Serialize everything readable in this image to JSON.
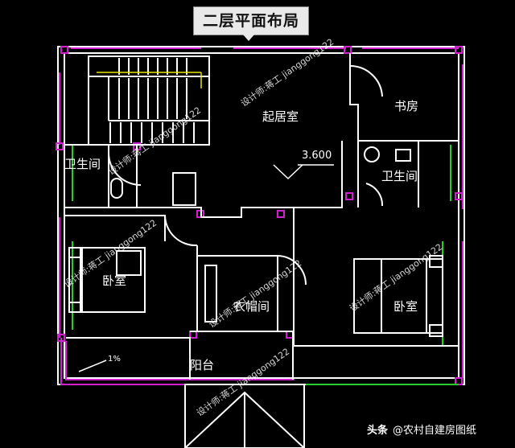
{
  "title": "二层平面布局",
  "rooms": {
    "living_room": "起居室",
    "study": "书房",
    "bathroom_left": "卫生间",
    "bathroom_right": "卫生间",
    "bedroom_left": "卧室",
    "closet": "衣帽间",
    "bedroom_right": "卧室",
    "balcony": "阳台"
  },
  "elevation": "3.600",
  "slope_text": "1%",
  "watermark": "设计师:蒋工 jianggong122",
  "footer": {
    "prefix": "头条",
    "text": "@农村自建房图纸"
  },
  "colors": {
    "wall": "#ffffff",
    "accent_magenta": "#d020d0",
    "accent_green": "#27d027",
    "accent_yellow": "#e6e600",
    "background": "#000000"
  }
}
